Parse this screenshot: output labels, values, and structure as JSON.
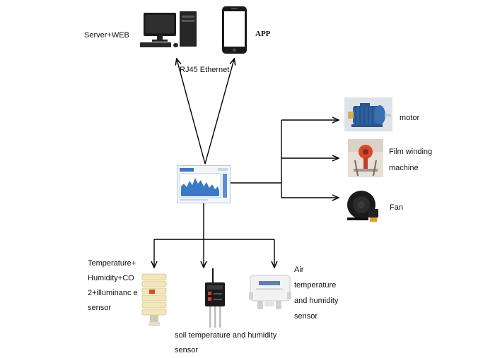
{
  "top": {
    "server_label": "Server+WEB",
    "app_label": "APP",
    "link_label": "RJ45 Ethernet"
  },
  "outputs": [
    {
      "label": "motor",
      "icon": "motor-icon"
    },
    {
      "label": "Film winding machine",
      "icon": "film-winding-machine-icon"
    },
    {
      "label": "Fan",
      "icon": "fan-icon"
    }
  ],
  "sensors": [
    {
      "label": "Temperature+ Humidity+CO 2+illuminanc e sensor",
      "icon": "multi-sensor-icon"
    },
    {
      "label": "soil temperature and humidity sensor",
      "icon": "soil-sensor-icon"
    },
    {
      "label": "Air temperature and humidity sensor",
      "icon": "air-sensor-icon"
    }
  ],
  "colors": {
    "line": "#000000",
    "monitor_blue": "#3b78c8",
    "motor_blue": "#2f5f9e",
    "fan_dark": "#1a1a1a",
    "sensor_cream": "#f3e6b8"
  }
}
